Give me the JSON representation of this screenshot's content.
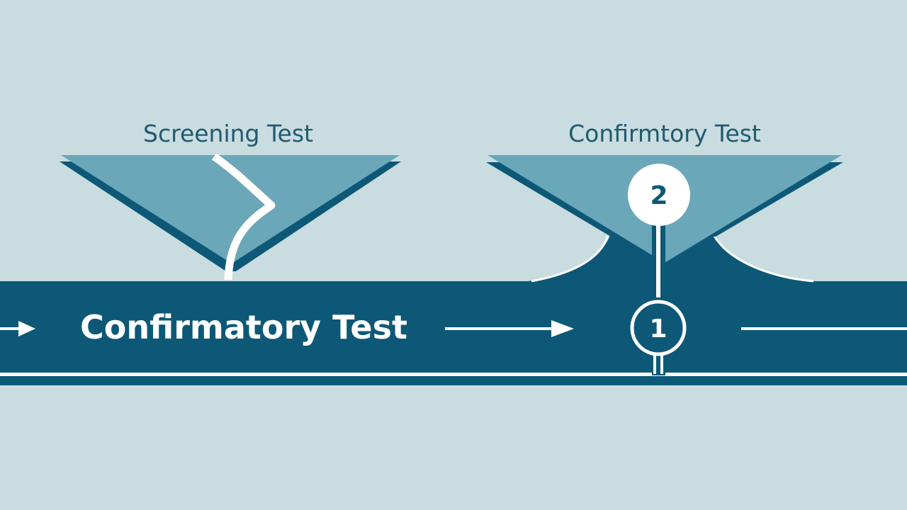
{
  "left_funnel": {
    "title": "Screening Test"
  },
  "right_funnel": {
    "title": "Confirmtory Test",
    "node_number": "2"
  },
  "band": {
    "label": "Confirmatory Test",
    "node_number": "1"
  },
  "colors": {
    "background": "#c9dcdf",
    "band": "#0e5877",
    "funnel_fill": "#6aa7b9",
    "funnel_edge": "#0e5877",
    "title_text": "#1f5a70",
    "white": "#ffffff"
  },
  "icons": [
    "arrow-right-icon"
  ]
}
